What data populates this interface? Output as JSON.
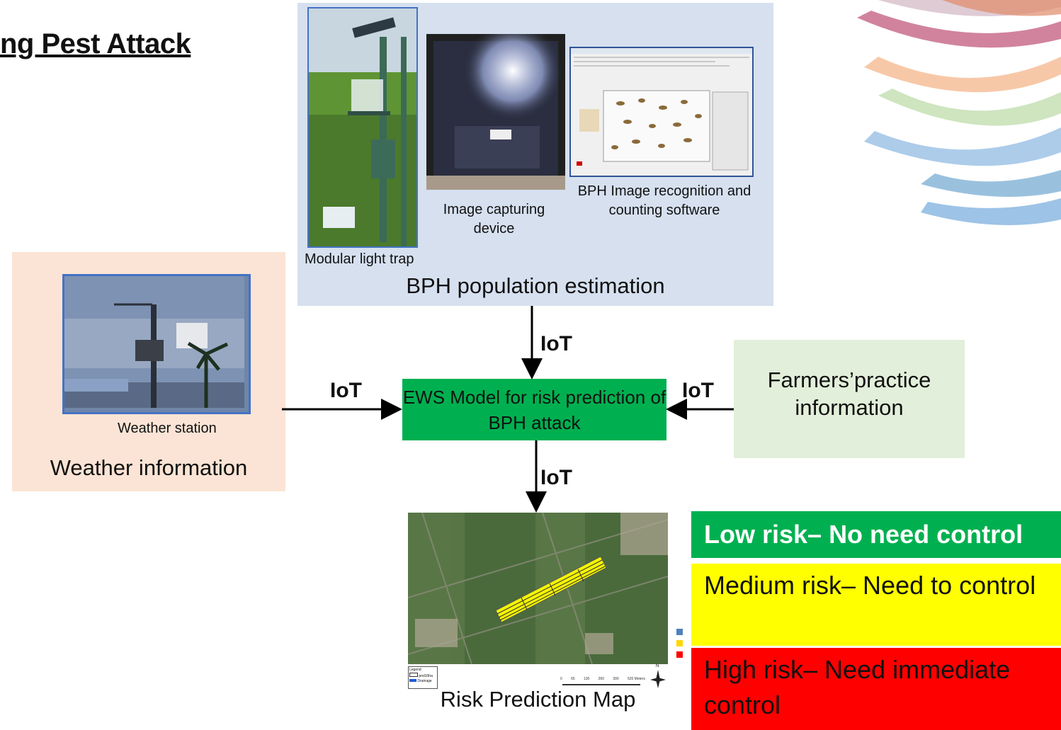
{
  "title": "ng Pest Attack",
  "bph_panel": {
    "title": "BPH population estimation",
    "trap_caption": "Modular light trap",
    "device_caption": "Image capturing device",
    "software_caption": "BPH Image recognition and counting software"
  },
  "weather_panel": {
    "photo_caption": "Weather station",
    "title": "Weather information"
  },
  "farmers_box": {
    "text": "Farmers’practice information"
  },
  "ews_box": {
    "text": "EWS Model for risk prediction of BPH attack"
  },
  "arrows": {
    "top": "IoT",
    "left": "IoT",
    "right": "IoT",
    "bottom": "IoT"
  },
  "map": {
    "caption": "Risk Prediction Map",
    "legend_title": "Legend",
    "legend_items": [
      "pnd10ha",
      "Drainage"
    ],
    "scale_labels": [
      "0",
      "65",
      "130",
      "260",
      "390",
      "520 Meters"
    ],
    "north_label": "N"
  },
  "risk_levels": [
    {
      "label": "Low risk– No need control",
      "color": "#00b050"
    },
    {
      "label": "Medium risk– Need to control",
      "color": "#ffff00"
    },
    {
      "label": "High risk– Need immediate control",
      "color": "#ff0000"
    }
  ],
  "colors": {
    "bph_panel": "#d6e0ef",
    "weather_panel": "#fbe4d5",
    "farmers_box": "#e2efda",
    "ews_box": "#00b050"
  }
}
